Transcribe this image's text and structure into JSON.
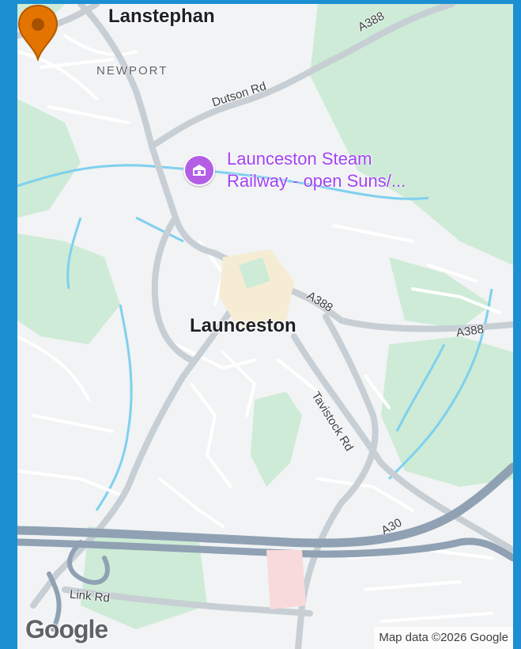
{
  "map": {
    "labels": {
      "lanstephan": "Lanstephan",
      "newport": "NEWPORT",
      "launceston": "Launceston",
      "poi_line1": "Launceston Steam",
      "poi_line2": "Railway - open Suns/..."
    },
    "roads": {
      "a388_top": "A388",
      "dutson_rd": "Dutson Rd",
      "a388_mid": "A388",
      "a388_right": "A388",
      "tavistock_rd": "Tavistock Rd",
      "a30": "A30",
      "link_rd": "Link Rd"
    },
    "branding": {
      "logo": "Google",
      "attribution": "Map data ©2026 Google"
    },
    "icons": {
      "poi": "museum-icon",
      "marker": "location-pin-icon"
    },
    "colors": {
      "frame": "#1b8fd1",
      "marker": "#e37400",
      "poi": "#a142f4",
      "park": "#cdebd6",
      "water": "#7fd0ef"
    }
  }
}
